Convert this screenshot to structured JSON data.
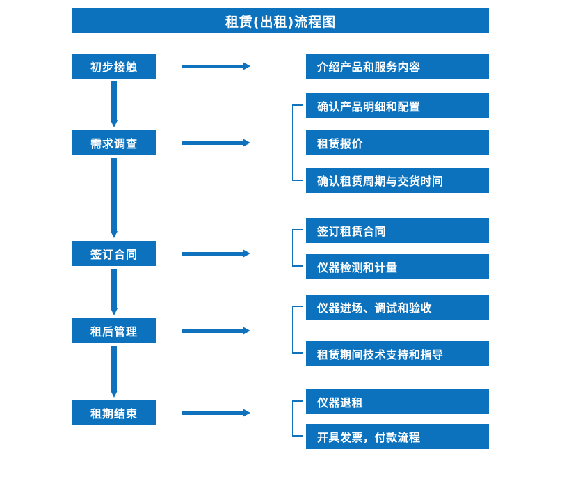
{
  "title": {
    "text": "租赁(出租)流程图"
  },
  "colors": {
    "brand_blue": "#0C72BE",
    "arrow_blue": "#1072BC",
    "text_on_blue": "#FFFFFF",
    "background": "#FFFFFF"
  },
  "stages": [
    {
      "label": "初步接触"
    },
    {
      "label": "需求调查"
    },
    {
      "label": "签订合同"
    },
    {
      "label": "租后管理"
    },
    {
      "label": "租期结束"
    }
  ],
  "details": [
    {
      "label": "介绍产品和服务内容"
    },
    {
      "label": "确认产品明细和配置"
    },
    {
      "label": "租赁报价"
    },
    {
      "label": "确认租赁周期与交货时间"
    },
    {
      "label": "签订租赁合同"
    },
    {
      "label": "仪器检测和计量"
    },
    {
      "label": "仪器进场、调试和验收"
    },
    {
      "label": "租赁期间技术支持和指导"
    },
    {
      "label": "仪器退租"
    },
    {
      "label": "开具发票，付款流程"
    }
  ]
}
